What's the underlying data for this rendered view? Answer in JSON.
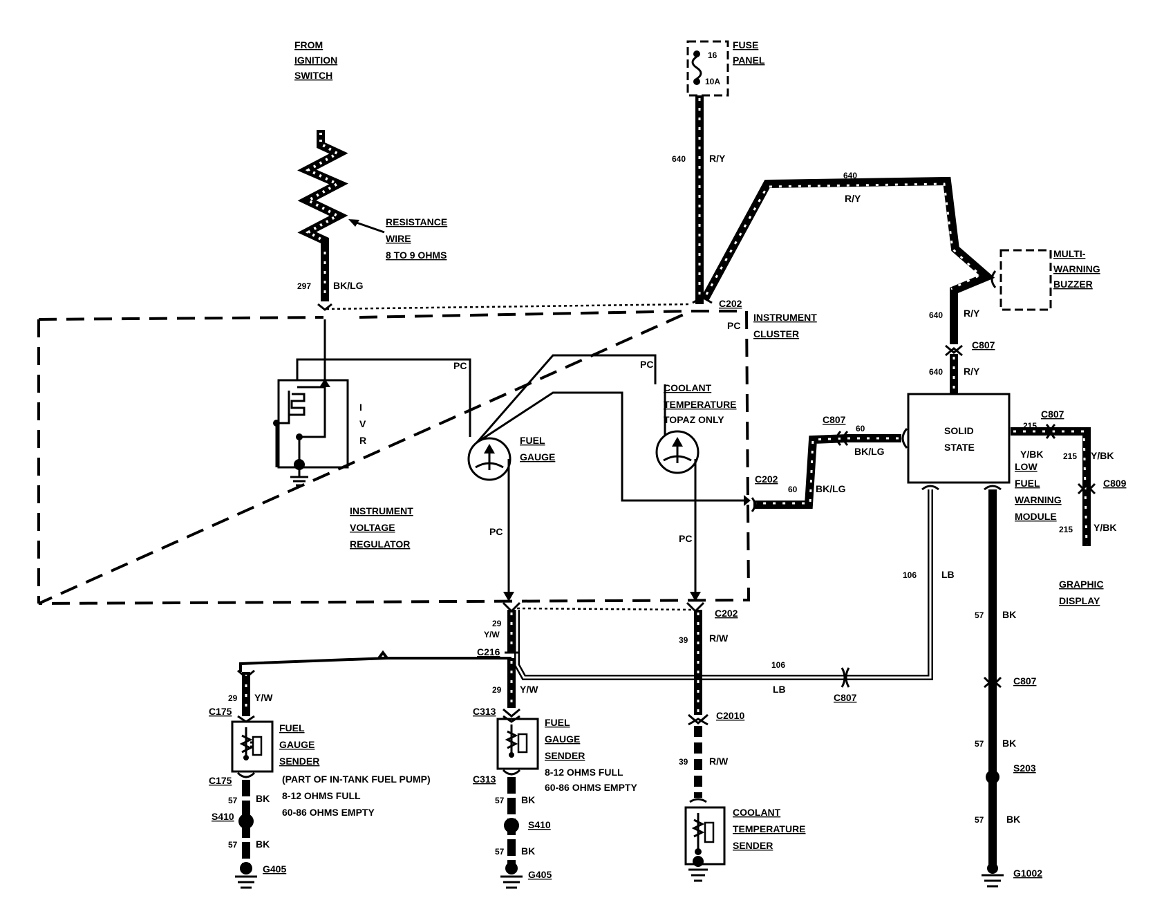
{
  "labels": {
    "from_ignition": [
      "FROM",
      "IGNITION",
      "SWITCH"
    ],
    "resistance_wire": [
      "RESISTANCE",
      "WIRE",
      "8 TO 9 OHMS"
    ],
    "fuse_panel": [
      "FUSE",
      "PANEL"
    ],
    "fuse_number": "16",
    "fuse_rating": "10A",
    "instrument_cluster": [
      "INSTRUMENT",
      "CLUSTER"
    ],
    "multi_warning_buzzer": [
      "MULTI-",
      "WARNING",
      "BUZZER"
    ],
    "ivr_letters": [
      "I",
      "V",
      "R"
    ],
    "instrument_voltage_regulator": [
      "INSTRUMENT",
      "VOLTAGE",
      "REGULATOR"
    ],
    "fuel_gauge": [
      "FUEL",
      "GAUGE"
    ],
    "coolant_temperature": [
      "COOLANT",
      "TEMPERATURE",
      "TOPAZ ONLY"
    ],
    "solid_state": [
      "SOLID",
      "STATE"
    ],
    "low_fuel_warning_module": [
      "LOW",
      "FUEL",
      "WARNING",
      "MODULE"
    ],
    "graphic_display": [
      "GRAPHIC",
      "DISPLAY"
    ],
    "fuel_gauge_sender_left": [
      "FUEL",
      "GAUGE",
      "SENDER"
    ],
    "fuel_gauge_sender_left_notes": [
      "(PART OF IN-TANK FUEL PUMP)",
      "8-12 OHMS FULL",
      "60-86 OHMS EMPTY"
    ],
    "fuel_gauge_sender_mid": [
      "FUEL",
      "GAUGE",
      "SENDER"
    ],
    "fuel_gauge_sender_mid_notes": [
      "8-12 OHMS FULL",
      "60-86 OHMS EMPTY"
    ],
    "coolant_temperature_sender": [
      "COOLANT",
      "TEMPERATURE",
      "SENDER"
    ],
    "pc": "PC"
  },
  "connectors": {
    "c202_top": "C202",
    "c202_mid": "C202",
    "c202_bottom": "C202",
    "c807_640": "C807",
    "c807_60": "C807",
    "c807_215": "C807",
    "c809": "C809",
    "c807_106": "C807",
    "c807_57": "C807",
    "c216": "C216",
    "c175_top": "C175",
    "c175_bottom": "C175",
    "c313_top": "C313",
    "c313_bottom": "C313",
    "c2010": "C2010",
    "s410_left": "S410",
    "s410_mid": "S410",
    "s203": "S203",
    "g405_left": "G405",
    "g405_mid": "G405",
    "g1002": "G1002"
  },
  "wires": {
    "w297": {
      "num": "297",
      "color": "BK/LG"
    },
    "w640_fuse": {
      "num": "640",
      "color": "R/Y"
    },
    "w640_top": {
      "num": "640",
      "color": "R/Y"
    },
    "w640_buzzer": {
      "num": "640",
      "color": "R/Y"
    },
    "w640_ss": {
      "num": "640",
      "color": "R/Y"
    },
    "w60_right": {
      "num": "60",
      "color": "BK/LG"
    },
    "w60_left": {
      "num": "60",
      "color": "BK/LG"
    },
    "w215_a": {
      "num": "215",
      "color": "Y/BK"
    },
    "w215_b": {
      "num": "215",
      "color": "Y/BK"
    },
    "w215_c": {
      "num": "215",
      "color": "Y/BK"
    },
    "w106_vert": {
      "num": "106",
      "color": "LB"
    },
    "w106_horiz": {
      "num": "106",
      "color": "LB"
    },
    "w57_ss_a": {
      "num": "57",
      "color": "BK"
    },
    "w57_ss_b": {
      "num": "57",
      "color": "BK"
    },
    "w57_ss_c": {
      "num": "57",
      "color": "BK"
    },
    "w29_top": {
      "num": "29",
      "color": "Y/W"
    },
    "w29_left": {
      "num": "29",
      "color": "Y/W"
    },
    "w29_mid": {
      "num": "29",
      "color": "Y/W"
    },
    "w39_a": {
      "num": "39",
      "color": "R/W"
    },
    "w39_b": {
      "num": "39",
      "color": "R/W"
    },
    "w57_left_a": {
      "num": "57",
      "color": "BK"
    },
    "w57_left_b": {
      "num": "57",
      "color": "BK"
    },
    "w57_mid_a": {
      "num": "57",
      "color": "BK"
    },
    "w57_mid_b": {
      "num": "57",
      "color": "BK"
    }
  }
}
